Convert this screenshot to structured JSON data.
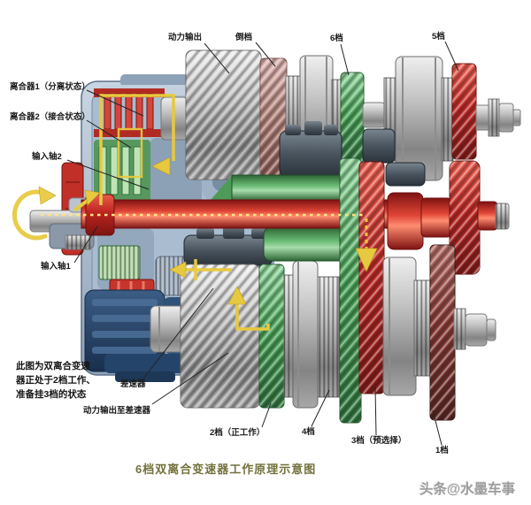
{
  "figure": {
    "title": "6档双离合变速器工作原理示意图",
    "watermark": "头条@水墨车事"
  },
  "labels": {
    "power_output": "动力输出",
    "reverse_gear": "倒档",
    "gear6": "6档",
    "gear5": "5档",
    "clutch1": "离合器1（分离状态）",
    "clutch2": "离合器2（接合状态）",
    "input_shaft2": "输入轴2",
    "input_shaft1": "输入轴1",
    "note_line1": "此图为双离合变速",
    "note_line2": "器正处于2档工作、",
    "note_line3": "准备挂3档的状态",
    "differential": "差速器",
    "power_to_diff": "动力输出至差速器",
    "gear2": "2档（正工作）",
    "gear4": "4档",
    "gear3": "3档（预选择）",
    "gear1": "1档"
  },
  "colors": {
    "power_flow_yellow": "#e7c93f",
    "shaft_red": "#c1272d",
    "engaged_green": "#3f9e4f",
    "disengaged_red": "#d7453a",
    "title_olive": "#72713c",
    "label_black": "#1a1a1a",
    "watermark_gray": "#9c9c9c"
  }
}
